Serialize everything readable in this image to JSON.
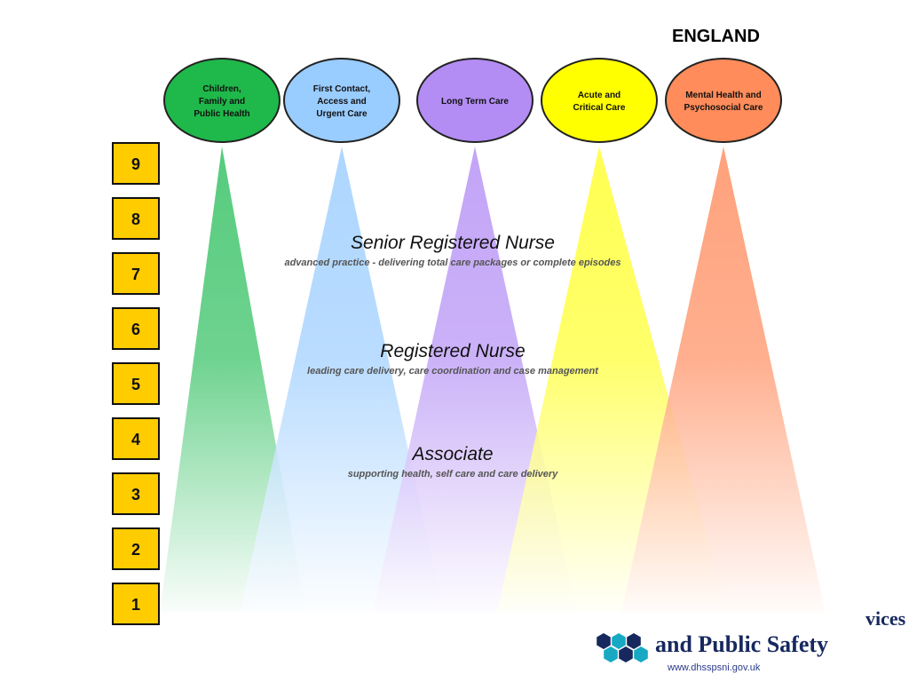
{
  "country": "ENGLAND",
  "pathways": [
    {
      "label": [
        "Children,",
        "Family and",
        "Public Health"
      ],
      "fill": "#1fb84a",
      "ray": "#37c265"
    },
    {
      "label": [
        "First Contact,",
        "Access and",
        "Urgent Care"
      ],
      "fill": "#99ccff",
      "ray": "#9fcfff"
    },
    {
      "label": [
        "Long Term Care"
      ],
      "fill": "#b38cf4",
      "ray": "#b794f6"
    },
    {
      "label": [
        "Acute and",
        "Critical Care"
      ],
      "fill": "#ffff00",
      "ray": "#ffff33"
    },
    {
      "label": [
        "Mental Health and",
        "Psychosocial Care"
      ],
      "fill": "#ff8c5a",
      "ray": "#ff9164"
    }
  ],
  "bands": {
    "senior_title": "Senior Registered Nurse",
    "senior_sub": "advanced practice - delivering total care packages or complete episodes",
    "registered_title": "Registered Nurse",
    "registered_sub": "leading care delivery, care coordination and case management",
    "associate_title": "Associate",
    "associate_sub": "supporting health, self care and care delivery"
  },
  "levels": [
    "9",
    "8",
    "7",
    "6",
    "5",
    "4",
    "3",
    "2",
    "1"
  ],
  "colors": {
    "level_box": "#ffcc00",
    "logo_blue": "#16285e",
    "logo_teal": "#17a9c4"
  },
  "logo": {
    "partial": "vices",
    "line2": "and Public Safety",
    "url": "www.dhsspsni.gov.uk"
  }
}
